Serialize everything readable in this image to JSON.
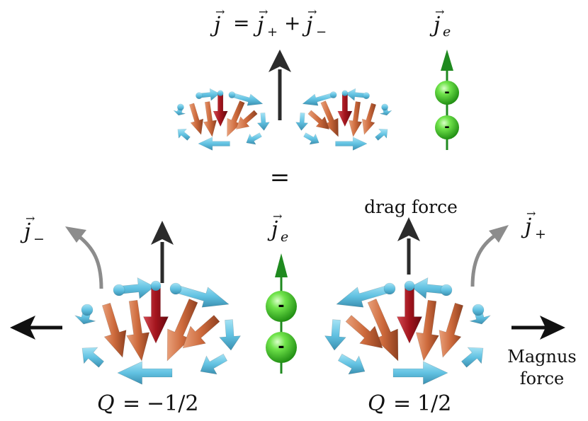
{
  "top_equation": {
    "lhs": "j",
    "equals": "=",
    "term1": "j",
    "sub1": "+",
    "plus": "+",
    "term2": "j",
    "sub2": "−"
  },
  "top_electron_label": {
    "base": "j",
    "sub": "e"
  },
  "equals_sign": "=",
  "left_current_label": {
    "base": "j",
    "sub": "−"
  },
  "right_current_label": {
    "base": "j",
    "sub": "+"
  },
  "bottom_electron_label": {
    "base": "j",
    "sub": "e"
  },
  "drag_force_label": "drag force",
  "magnus_label_line1": "Magnus",
  "magnus_label_line2": "force",
  "left_charge": {
    "lhs": "Q",
    "equals": "=",
    "value": "−1/2"
  },
  "right_charge": {
    "lhs": "Q",
    "equals": "=",
    "value": "1/2"
  },
  "electron_sign": "-",
  "colors": {
    "in_plane_arrow": "#62c2e2",
    "outward_arrow": "#cd6a3c",
    "core_arrow": "#a3141d",
    "electron": "#3fc422",
    "electron_stem": "#1f8a1f",
    "force_arrow": "#2b2b2b",
    "current_arrow": "#8c8c8c"
  }
}
